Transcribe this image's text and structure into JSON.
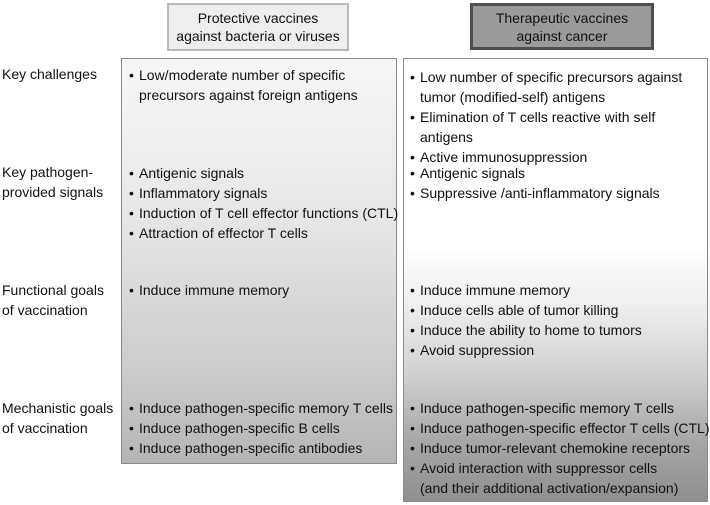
{
  "headers": {
    "protective": "Protective vaccines\nagainst bacteria or viruses",
    "therapeutic": "Therapeutic vaccines\nagainst cancer"
  },
  "rows": [
    {
      "label": "Key challenges",
      "protective": [
        "Low/moderate number of specific\nprecursors against foreign antigens"
      ],
      "therapeutic": [
        "Low number  of specific precursors against\ntumor (modified-self) antigens",
        "Elimination of T cells reactive with self antigens",
        "Active immunosuppression"
      ]
    },
    {
      "label": "Key pathogen-\nprovided signals",
      "protective": [
        "Antigenic signals",
        "Inflammatory signals",
        "Induction of  T cell effector functions (CTL)",
        "Attraction of effector T cells"
      ],
      "therapeutic": [
        "Antigenic signals",
        "Suppressive /anti-inflammatory signals"
      ]
    },
    {
      "label": "Functional  goals\nof vaccination",
      "protective": [
        "Induce immune memory"
      ],
      "therapeutic": [
        "Induce immune memory",
        "Induce cells able of tumor killing",
        "Induce the ability to home to tumors",
        "Avoid suppression"
      ]
    },
    {
      "label": "Mechanistic goals\nof vaccination",
      "protective": [
        "Induce pathogen-specific memory T cells",
        "Induce pathogen-specific B cells",
        "Induce pathogen-specific antibodies"
      ],
      "therapeutic": [
        "Induce pathogen-specific memory T cells",
        "Induce pathogen-specific effector T cells (CTL)",
        "Induce tumor-relevant chemokine  receptors",
        "Avoid interaction with suppressor cells\n(and their additional activation/expansion)"
      ]
    }
  ]
}
